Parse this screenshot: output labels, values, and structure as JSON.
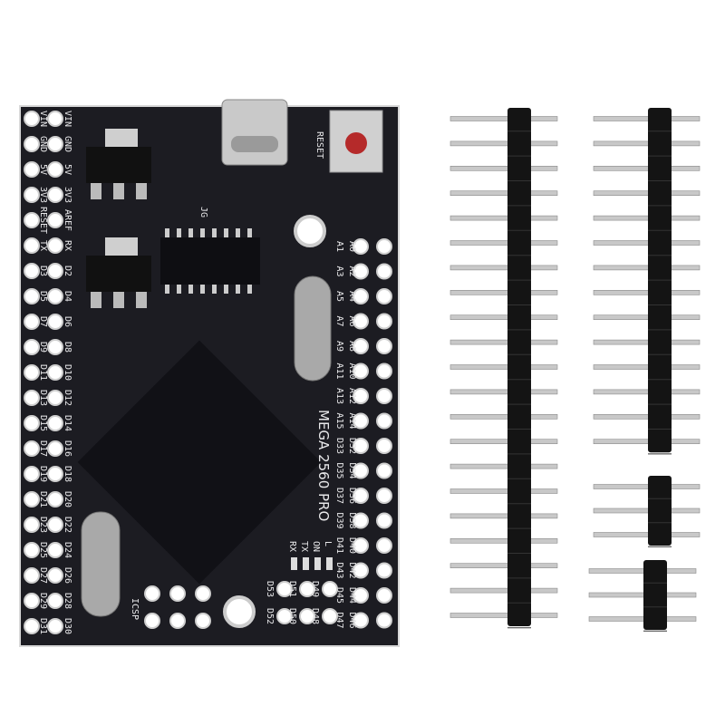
{
  "board": {
    "title": "MEGA 2560 PRO",
    "reset_label": "RESET",
    "icsp_label": "ICSP",
    "jg_label": "JG",
    "colors": {
      "pcb": "#1c1c22",
      "silkscreen": "#e8e8ea",
      "button": "#b52a2a",
      "metal": "#b8b8b8"
    },
    "left_pins": [
      [
        "VIN",
        "VIN"
      ],
      [
        "GND",
        "GND"
      ],
      [
        "5V",
        "5V"
      ],
      [
        "3V3",
        "3V3"
      ],
      [
        "RESET",
        "AREF"
      ],
      [
        "TX",
        "RX"
      ],
      [
        "D3",
        "D2"
      ],
      [
        "D5",
        "D4"
      ],
      [
        "D7",
        "D6"
      ],
      [
        "D9",
        "D8"
      ],
      [
        "D11",
        "D10"
      ],
      [
        "D13",
        "D12"
      ],
      [
        "D15",
        "D14"
      ],
      [
        "D17",
        "D16"
      ],
      [
        "D19",
        "D18"
      ],
      [
        "D21",
        "D20"
      ],
      [
        "D23",
        "D22"
      ],
      [
        "D25",
        "D24"
      ],
      [
        "D27",
        "D26"
      ],
      [
        "D29",
        "D28"
      ],
      [
        "D31",
        "D30"
      ]
    ],
    "right_pins": [
      [
        "A1",
        "A0"
      ],
      [
        "A3",
        "A2"
      ],
      [
        "A5",
        "A4"
      ],
      [
        "A7",
        "A6"
      ],
      [
        "A9",
        "A8"
      ],
      [
        "A11",
        "A10"
      ],
      [
        "A13",
        "A12"
      ],
      [
        "A15",
        "A14"
      ],
      [
        "D33",
        "D32"
      ],
      [
        "D35",
        "D34"
      ],
      [
        "D37",
        "D36"
      ],
      [
        "D39",
        "D38"
      ],
      [
        "D41",
        "D40"
      ],
      [
        "D43",
        "D42"
      ],
      [
        "D45",
        "D44"
      ],
      [
        "D47",
        "D46"
      ]
    ],
    "bottom_pins": [
      "D53",
      "D51",
      "D49",
      "D52",
      "D50",
      "D48"
    ],
    "leds": [
      "RX",
      "TX",
      "ON",
      "L"
    ]
  },
  "headers": [
    {
      "pins": 21
    },
    {
      "pins": 14
    },
    {
      "pins": 3
    },
    {
      "pins": 3
    }
  ]
}
